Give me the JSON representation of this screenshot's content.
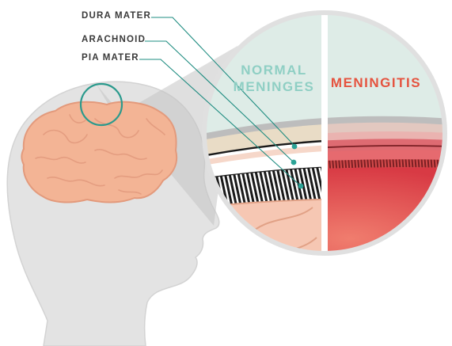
{
  "labels": {
    "dura": "DURA MATER",
    "arachnoid": "ARACHNOID",
    "pia": "PIA MATER"
  },
  "titles": {
    "normal_line1": "NORMAL",
    "normal_line2": "MENINGES",
    "meningitis": "MENINGITIS"
  },
  "colors": {
    "normal_title": "#8fcfc4",
    "meningitis_title": "#e5533f",
    "leader_line": "#1e8c80",
    "brain": "#f3b495",
    "head": "#e3e3e3"
  }
}
